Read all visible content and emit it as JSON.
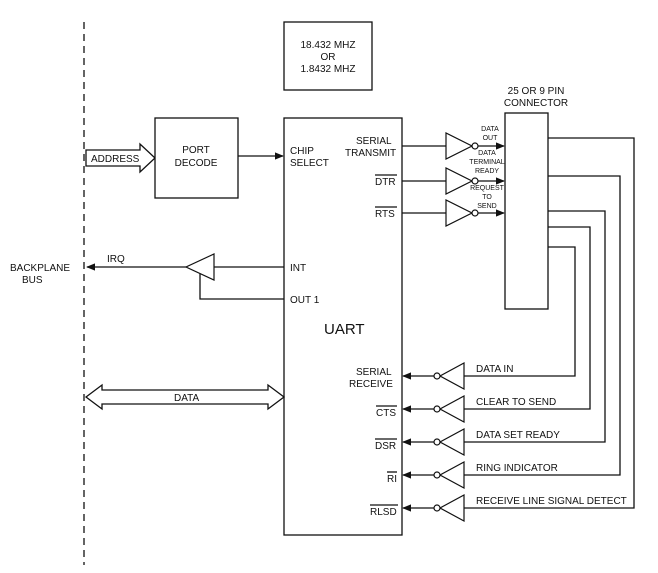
{
  "clock": {
    "line1": "18.432 MHZ",
    "line2": "OR",
    "line3": "1.8432 MHZ"
  },
  "connector": {
    "line1": "25 OR 9 PIN",
    "line2": "CONNECTOR"
  },
  "bus": {
    "line1": "BACKPLANE",
    "line2": "BUS"
  },
  "port_decode": {
    "line1": "PORT",
    "line2": "DECODE"
  },
  "signals": {
    "address": "ADDRESS",
    "irq": "IRQ",
    "data": "DATA"
  },
  "uart": {
    "title": "UART",
    "chip_select_1": "CHIP",
    "chip_select_2": "SELECT",
    "serial_transmit_1": "SERIAL",
    "serial_transmit_2": "TRANSMIT",
    "dtr": "DTR",
    "rts": "RTS",
    "int": "INT",
    "out1": "OUT 1",
    "serial_receive_1": "SERIAL",
    "serial_receive_2": "RECEIVE",
    "cts": "CTS",
    "dsr": "DSR",
    "ri": "RI",
    "rlsd": "RLSD"
  },
  "outputs": {
    "data_out_1": "DATA",
    "data_out_2": "OUT",
    "dtr_1": "DATA",
    "dtr_2": "TERMINAL",
    "dtr_3": "READY",
    "rts_1": "REQUEST",
    "rts_2": "TO",
    "rts_3": "SEND"
  },
  "inputs": {
    "data_in": "DATA IN",
    "clear_to_send": "CLEAR TO SEND",
    "data_set_ready": "DATA SET READY",
    "ring_indicator": "RING INDICATOR",
    "rlsd": "RECEIVE LINE SIGNAL DETECT"
  }
}
